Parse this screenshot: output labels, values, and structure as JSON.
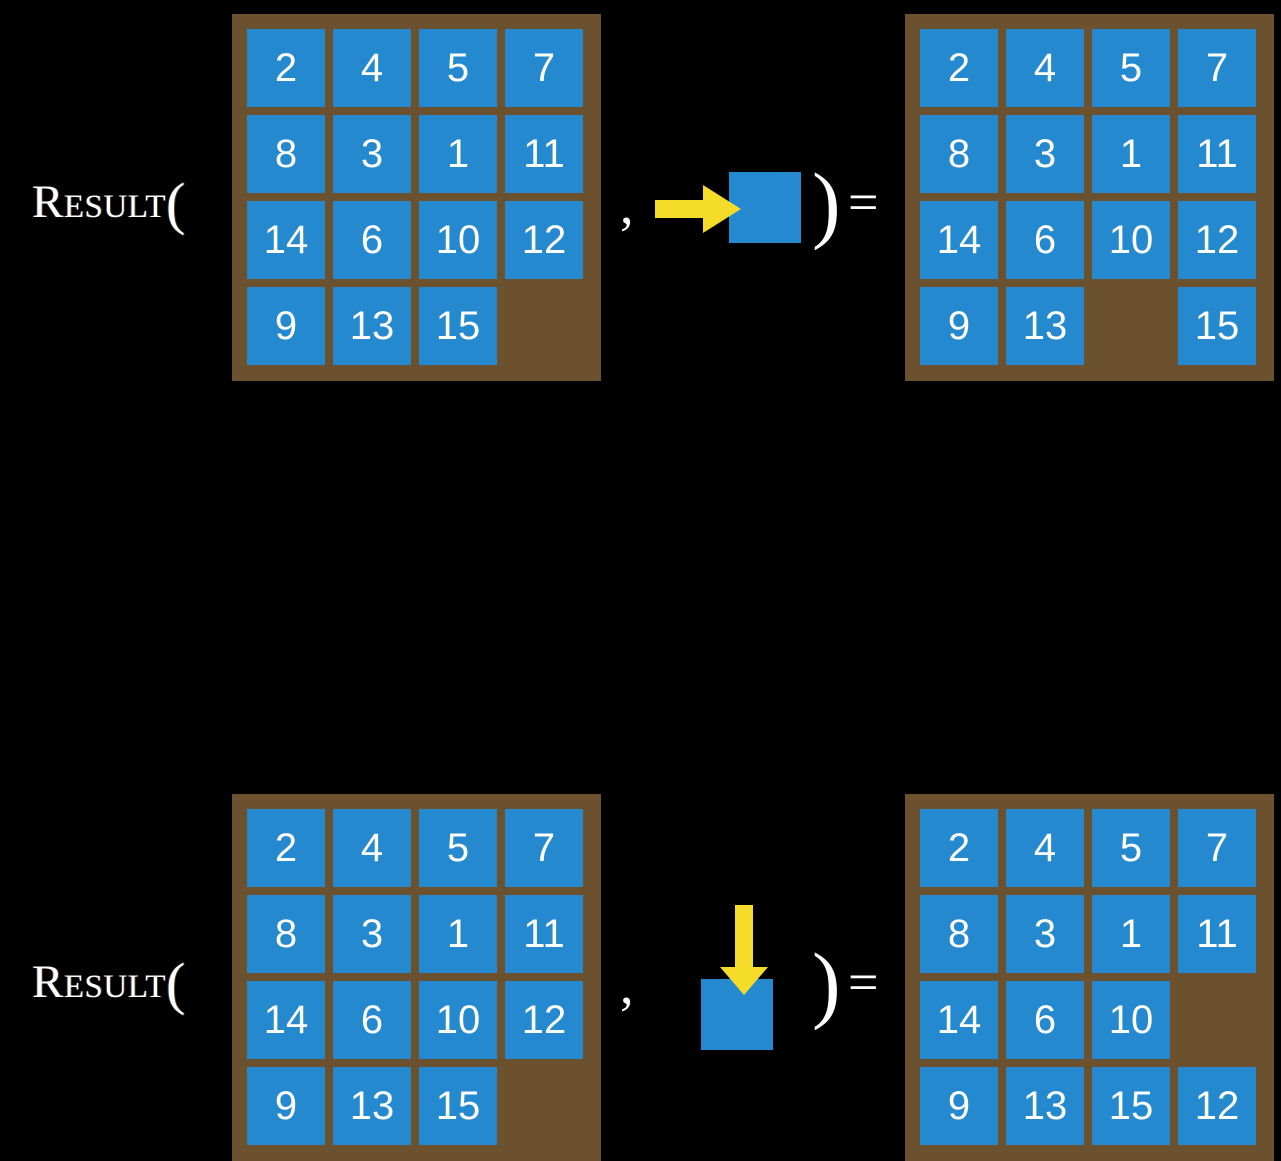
{
  "colors": {
    "background": "#000000",
    "board_frame": "#6b512d",
    "board_empty": "#645735",
    "tile": "#2489ce",
    "tile_text": "#ffffff",
    "arrow": "#f5dc28",
    "text": "#ffffff"
  },
  "rows": [
    {
      "label": "R",
      "label_rest": "esult",
      "label_paren": "(",
      "comma": ",",
      "close_paren": ")",
      "equals": "=",
      "move": {
        "direction": "right",
        "arrow_icon": "arrow-right-icon",
        "square_label": ""
      },
      "input_grid": {
        "rows": 4,
        "cols": 4,
        "cells": [
          [
            "2",
            "4",
            "5",
            "7"
          ],
          [
            "8",
            "3",
            "1",
            "11"
          ],
          [
            "14",
            "6",
            "10",
            "12"
          ],
          [
            "9",
            "13",
            "15",
            ""
          ]
        ]
      },
      "output_grid": {
        "rows": 4,
        "cols": 4,
        "cells": [
          [
            "2",
            "4",
            "5",
            "7"
          ],
          [
            "8",
            "3",
            "1",
            "11"
          ],
          [
            "14",
            "6",
            "10",
            "12"
          ],
          [
            "9",
            "13",
            "",
            "15"
          ]
        ]
      }
    },
    {
      "label": "R",
      "label_rest": "esult",
      "label_paren": "(",
      "comma": ",",
      "close_paren": ")",
      "equals": "=",
      "move": {
        "direction": "down",
        "arrow_icon": "arrow-down-icon",
        "square_label": ""
      },
      "input_grid": {
        "rows": 4,
        "cols": 4,
        "cells": [
          [
            "2",
            "4",
            "5",
            "7"
          ],
          [
            "8",
            "3",
            "1",
            "11"
          ],
          [
            "14",
            "6",
            "10",
            "12"
          ],
          [
            "9",
            "13",
            "15",
            ""
          ]
        ]
      },
      "output_grid": {
        "rows": 4,
        "cols": 4,
        "cells": [
          [
            "2",
            "4",
            "5",
            "7"
          ],
          [
            "8",
            "3",
            "1",
            "11"
          ],
          [
            "14",
            "6",
            "10",
            ""
          ],
          [
            "9",
            "13",
            "15",
            "12"
          ]
        ]
      }
    }
  ]
}
